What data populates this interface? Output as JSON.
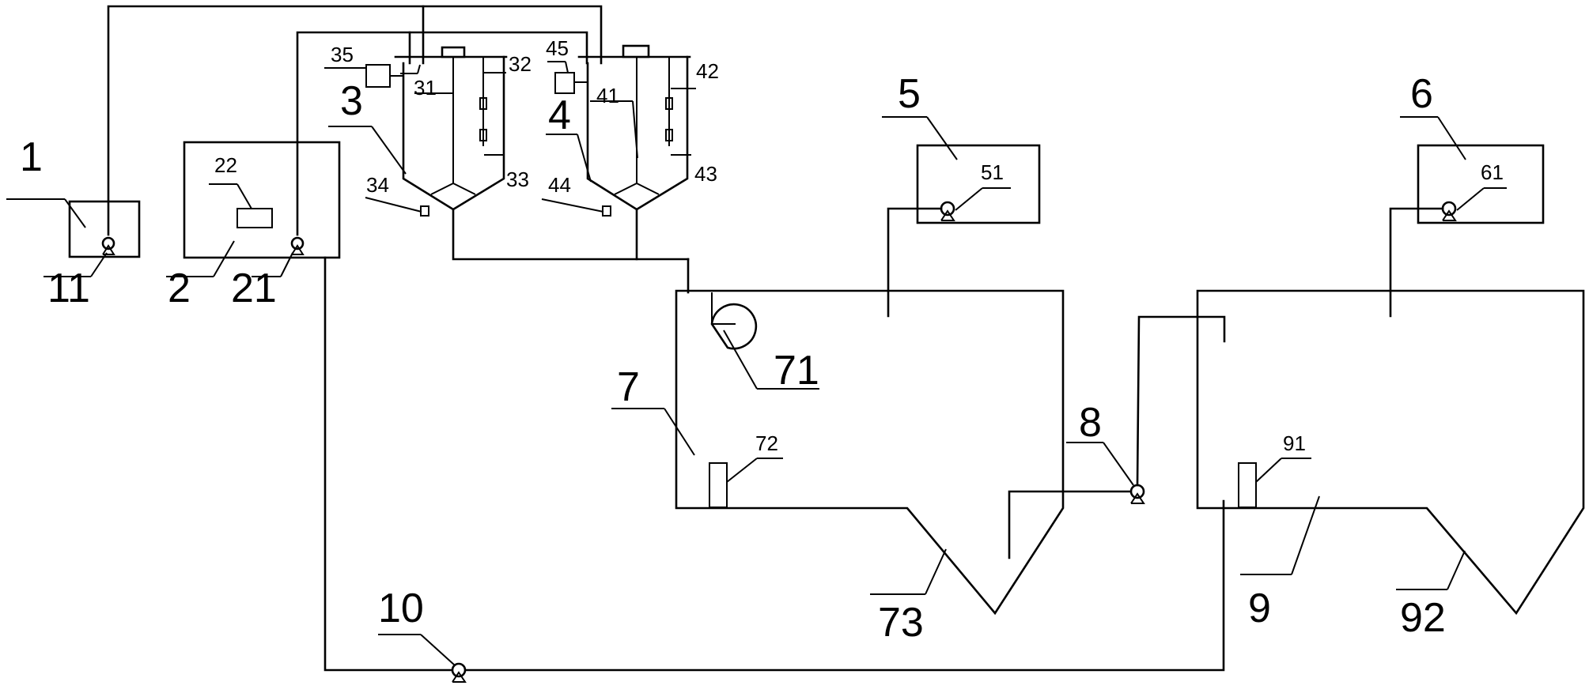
{
  "labels": {
    "l1": "1",
    "l11": "11",
    "l2": "2",
    "l21": "21",
    "l22": "22",
    "l3": "3",
    "l31": "31",
    "l32": "32",
    "l33": "33",
    "l34": "34",
    "l35": "35",
    "l4": "4",
    "l41": "41",
    "l42": "42",
    "l43": "43",
    "l44": "44",
    "l45": "45",
    "l5": "5",
    "l51": "51",
    "l6": "6",
    "l61": "61",
    "l7": "7",
    "l71": "71",
    "l72": "72",
    "l73": "73",
    "l8": "8",
    "l9": "9",
    "l91": "91",
    "l92": "92",
    "l10": "10"
  }
}
